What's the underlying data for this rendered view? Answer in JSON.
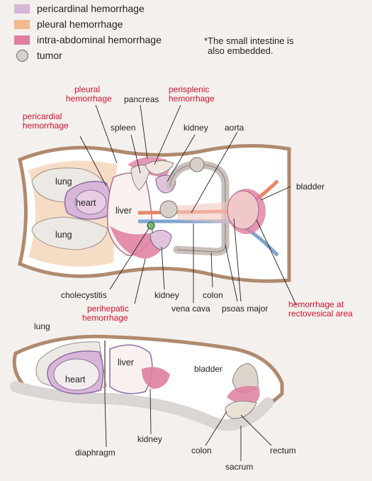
{
  "legend": [
    {
      "label": "pericardinal hemorrhage",
      "color": "#d7b6d8",
      "shape": "rect"
    },
    {
      "label": "pleural hemorrhage",
      "color": "#f2b98f",
      "shape": "rect"
    },
    {
      "label": "intra-abdominal hemorrhage",
      "color": "#df7ea0",
      "shape": "rect"
    },
    {
      "label": "tumor",
      "color": "#d6cfca",
      "shape": "circle"
    }
  ],
  "note": {
    "line1": "*The small intestine is",
    "line2": "also embedded."
  },
  "top_view": {
    "labels": {
      "pleural_line1": "pleural",
      "pleural_line2": "hemorrhage",
      "pancreas": "pancreas",
      "perisplenic_line1": "perisplenic",
      "perisplenic_line2": "hemorrhage",
      "pericardial_line1": "pericardial",
      "pericardial_line2": "hemorrhage",
      "spleen": "spleen",
      "kidney_top": "kidney",
      "aorta": "aorta",
      "bladder": "bladder",
      "lung_upper": "lung",
      "heart": "heart",
      "liver": "liver",
      "lung_lower": "lung",
      "cholecystitis": "cholecystitis",
      "kidney_bottom": "kidney",
      "colon": "colon",
      "vena_cava": "vena cava",
      "psoas_major": "psoas major",
      "perihepatic_line1": "perihepatic",
      "perihepatic_line2": "hemorrhage",
      "rectovesical_line1": "hemorrhage at",
      "rectovesical_line2": "rectovesical area"
    }
  },
  "side_view": {
    "labels": {
      "lung": "lung",
      "heart": "heart",
      "liver": "liver",
      "bladder": "bladder",
      "kidney": "kidney",
      "diaphragm": "diaphragm",
      "colon": "colon",
      "rectum": "rectum",
      "sacrum": "sacrum"
    }
  },
  "colors": {
    "pericardial": "#d7b6d8",
    "pleural": "#f2b98f",
    "intra_abdominal": "#df7ea0",
    "tumor": "#d6cfca",
    "body_outline": "#b08a6e",
    "label_red": "#c8102e"
  }
}
